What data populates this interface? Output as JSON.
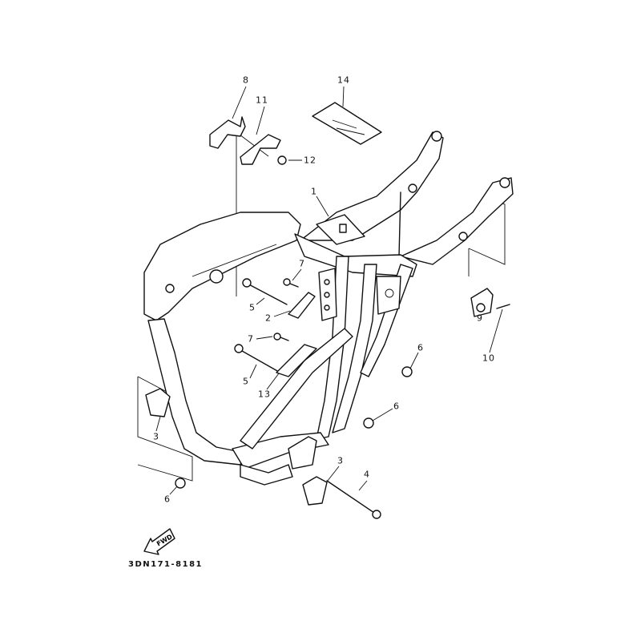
{
  "diagram": {
    "title_code": "3DN171-8181",
    "fwd_label": "FWD",
    "callouts": [
      {
        "id": "c8",
        "label": "8"
      },
      {
        "id": "c14",
        "label": "14"
      },
      {
        "id": "c11",
        "label": "11"
      },
      {
        "id": "c12",
        "label": "12"
      },
      {
        "id": "c1",
        "label": "1"
      },
      {
        "id": "c7a",
        "label": "7"
      },
      {
        "id": "c5a",
        "label": "5"
      },
      {
        "id": "c2",
        "label": "2"
      },
      {
        "id": "c7b",
        "label": "7"
      },
      {
        "id": "c5b",
        "label": "5"
      },
      {
        "id": "c13",
        "label": "13"
      },
      {
        "id": "c9",
        "label": "9"
      },
      {
        "id": "c10",
        "label": "10"
      },
      {
        "id": "c6a",
        "label": "6"
      },
      {
        "id": "c6b",
        "label": "6"
      },
      {
        "id": "c3a",
        "label": "3"
      },
      {
        "id": "c3b",
        "label": "3"
      },
      {
        "id": "c4",
        "label": "4"
      },
      {
        "id": "c6c",
        "label": "6"
      }
    ]
  }
}
